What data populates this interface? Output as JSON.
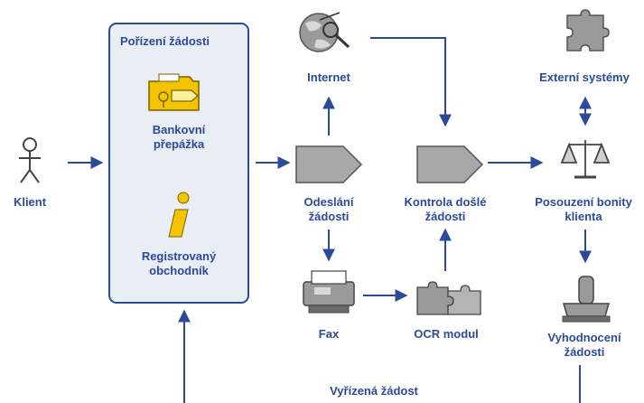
{
  "acquisition": {
    "title": "Pořízení žádosti",
    "bank_line1": "Bankovní",
    "bank_line2": "přepážka",
    "merchant_line1": "Registrovaný",
    "merchant_line2": "obchodník"
  },
  "client": "Klient",
  "internet": "Internet",
  "submit": {
    "line1": "Odeslání",
    "line2": "žádosti"
  },
  "fax": "Fax",
  "ocr": "OCR modul",
  "check": {
    "line1": "Kontrola došlé",
    "line2": "žádosti"
  },
  "external": "Externí systémy",
  "assessment": {
    "line1": "Posouzení bonity",
    "line2": "klienta"
  },
  "evaluation": {
    "line1": "Vyhodnocení",
    "line2": "žádosti"
  },
  "completed": "Vyřízená žádost",
  "colors": {
    "accent": "#2b4a9b",
    "box_fill": "#e9edf4",
    "icon_gray": "#8c8c8c",
    "icon_yellow": "#f4c400"
  }
}
